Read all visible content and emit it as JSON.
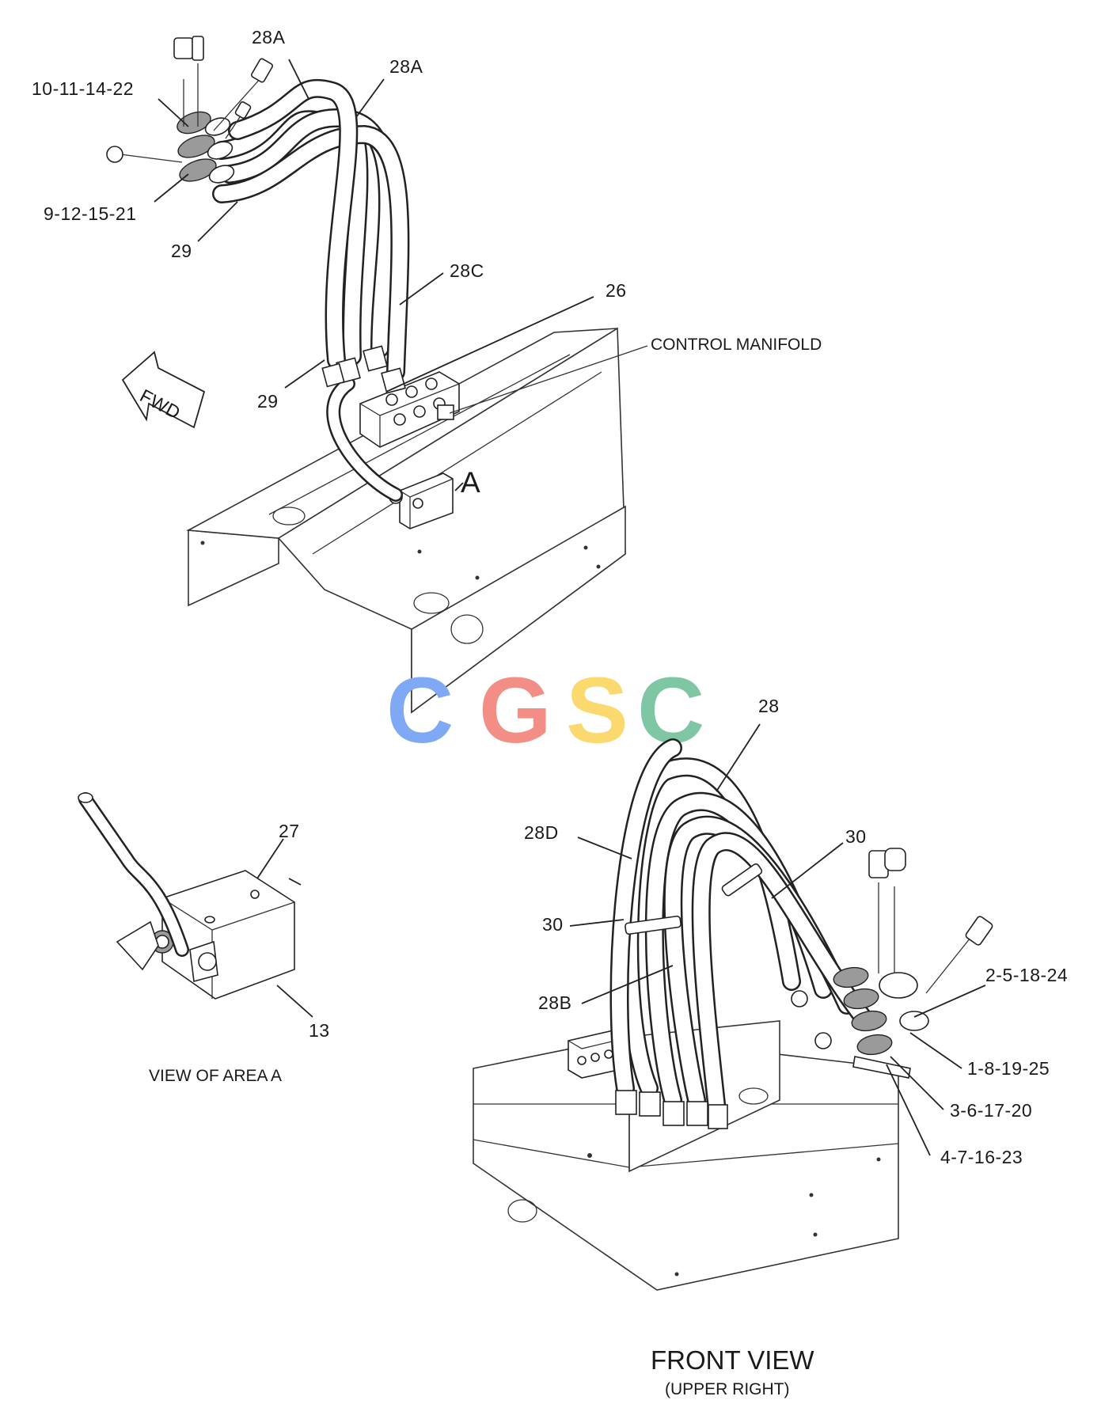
{
  "callouts": {
    "l_10_11_14_22": "10-11-14-22",
    "l_9_12_15_21": "9-12-15-21",
    "l_29_top": "29",
    "l_28a_1": "28A",
    "l_28a_2": "28A",
    "l_28c": "28C",
    "l_26": "26",
    "l_control_manifold": "CONTROL MANIFOLD",
    "l_29_mid": "29",
    "l_fwd": "FWD",
    "l_area_a": "A",
    "l_27": "27",
    "l_13": "13",
    "l_28": "28",
    "l_28d": "28D",
    "l_30_left": "30",
    "l_30_right": "30",
    "l_28b": "28B",
    "l_2_5_18_24": "2-5-18-24",
    "l_1_8_19_25": "1-8-19-25",
    "l_3_6_17_20": "3-6-17-20",
    "l_4_7_16_23": "4-7-16-23"
  },
  "captions": {
    "view_of_area_a": "VIEW OF AREA A",
    "front_view": "FRONT VIEW",
    "upper_right": "(UPPER RIGHT)"
  },
  "watermark": {
    "letters": [
      "C",
      "G",
      "S",
      "C"
    ],
    "colors": [
      "#7fa9f5",
      "#f28e86",
      "#fbd96f",
      "#7fc7a4"
    ]
  }
}
